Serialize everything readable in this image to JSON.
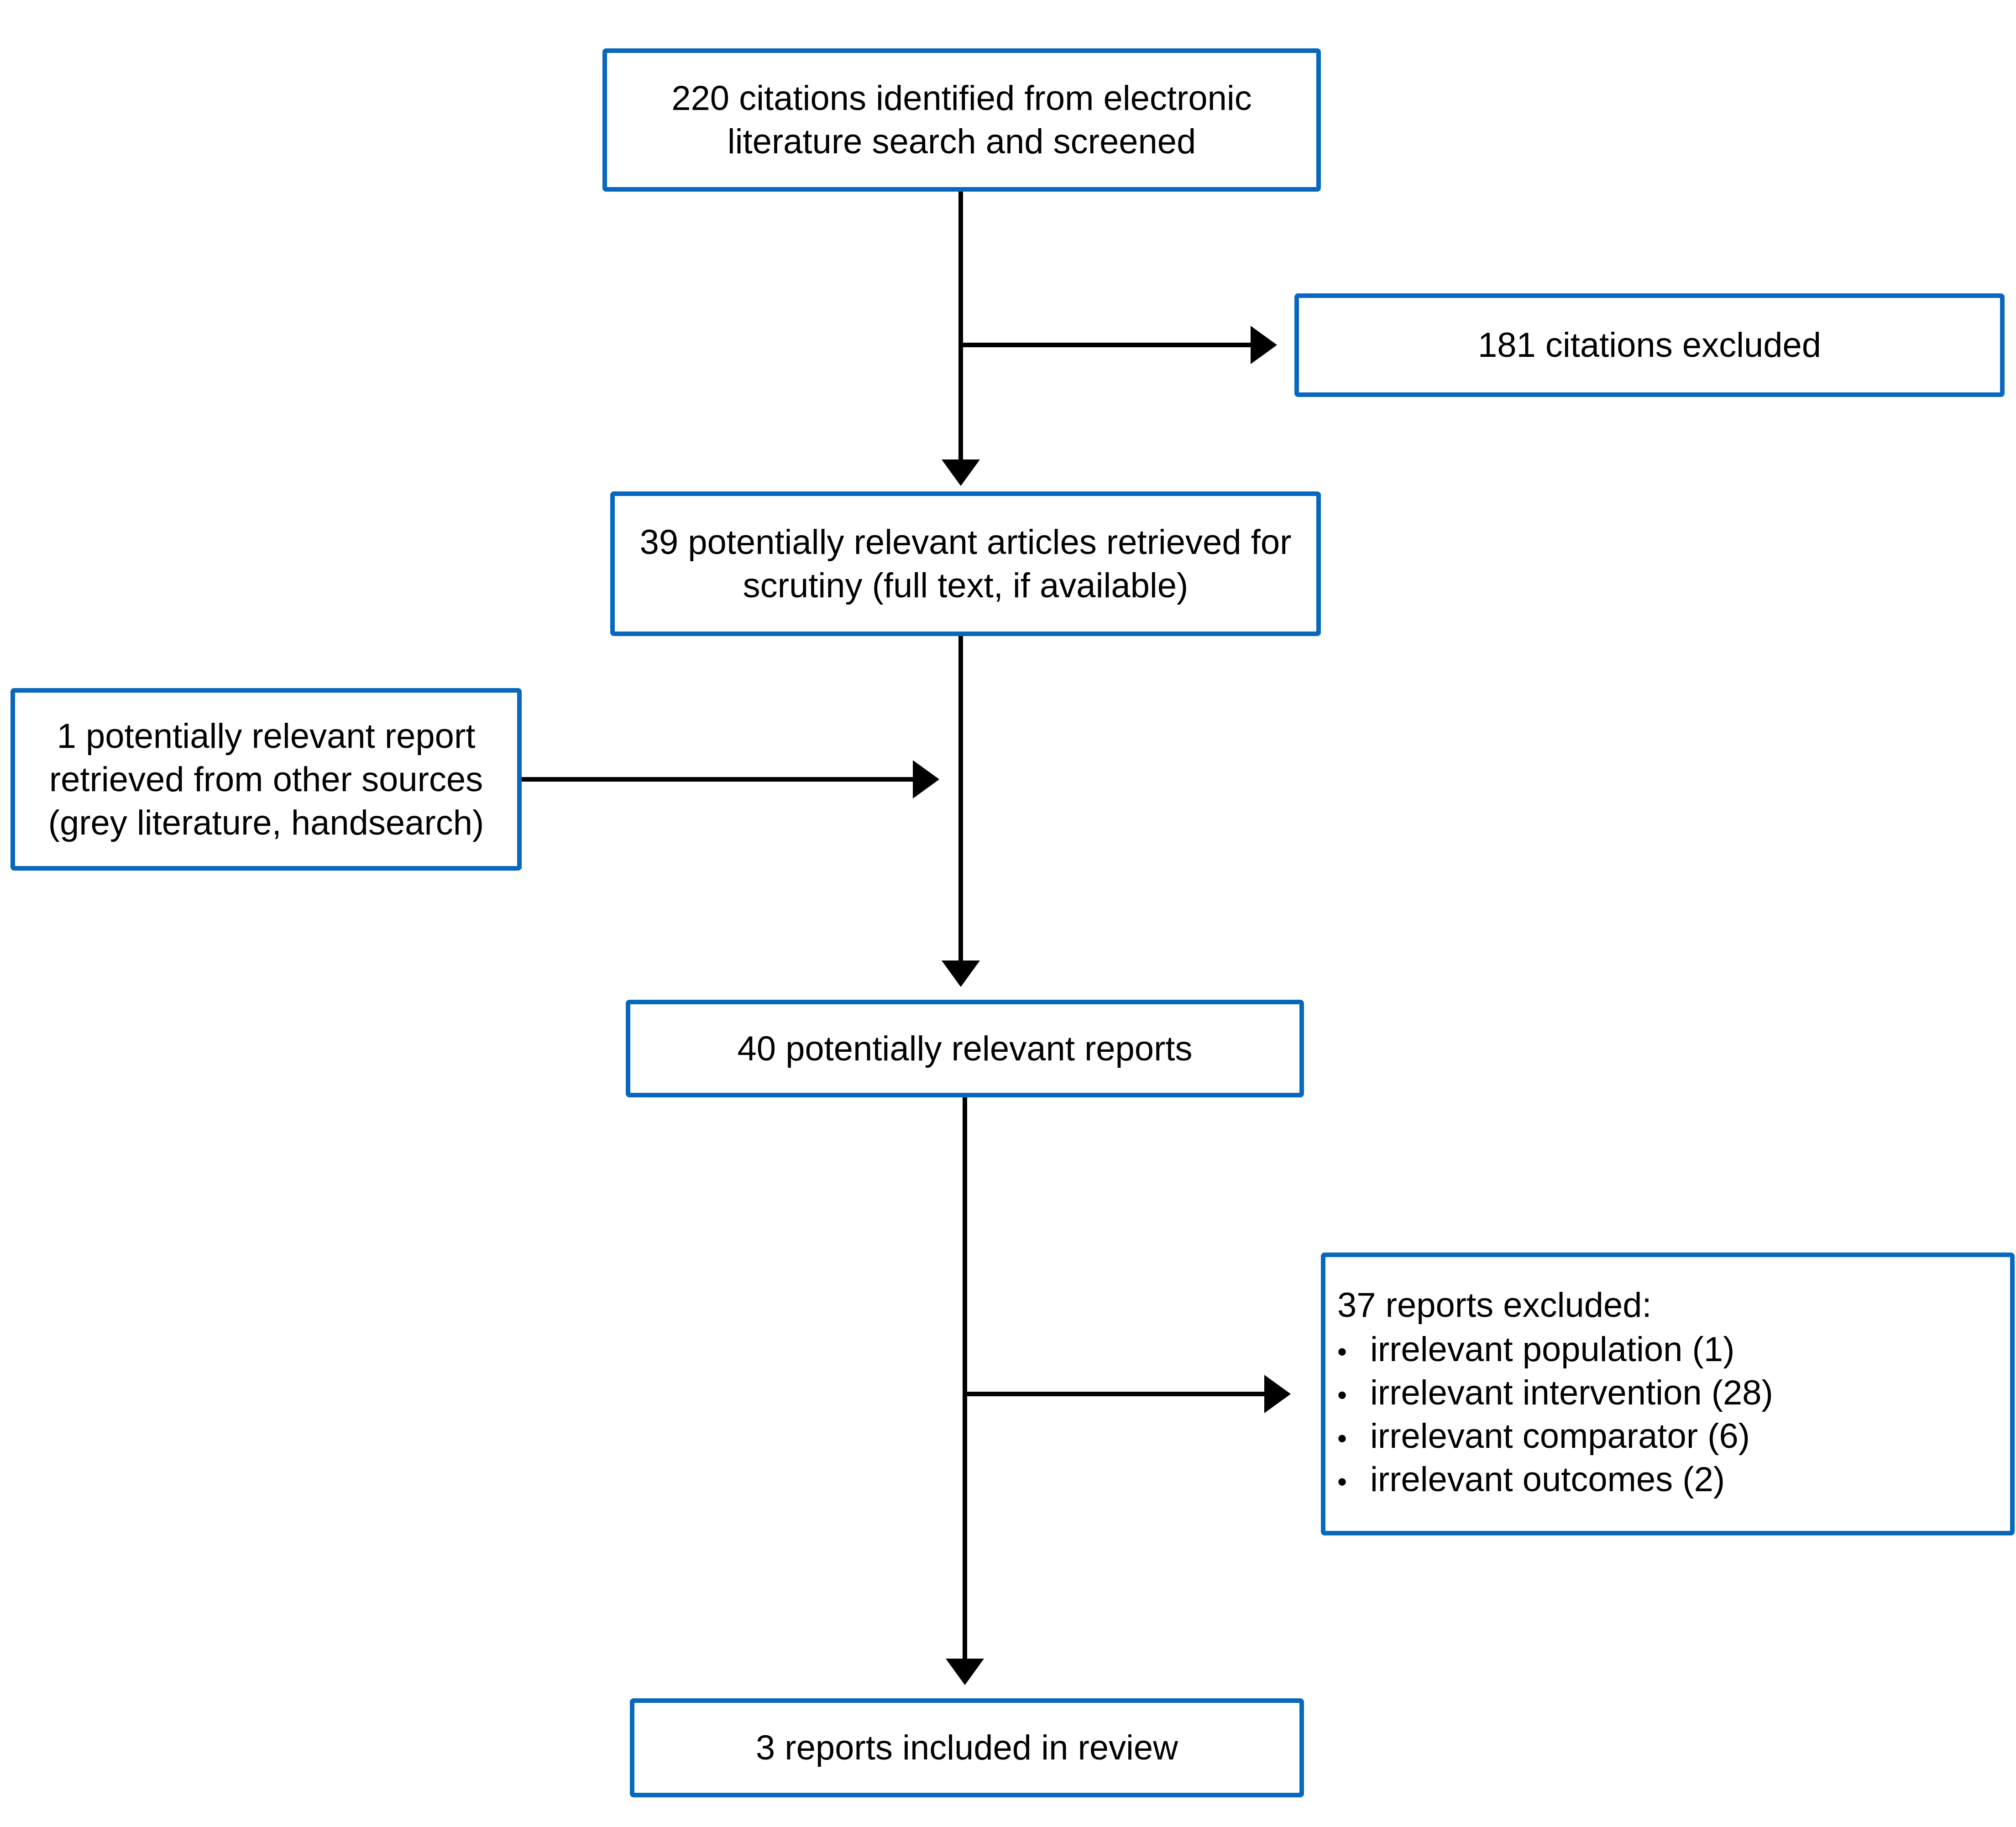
{
  "diagram": {
    "type": "prisma-flowchart",
    "colors": {
      "box_border": "#0768BD",
      "arrow": "#000000",
      "text": "#000000",
      "background": "#FFFFFF"
    },
    "bullet_glyph": "•",
    "boxes": {
      "identified": {
        "text": "220 citations identified from electronic literature search and screened"
      },
      "citations_excluded": {
        "text": "181 citations excluded"
      },
      "retrieved": {
        "text": "39 potentially relevant articles retrieved for scrutiny (full text, if available)"
      },
      "other_sources": {
        "text": "1 potentially relevant report retrieved from other sources (grey literature, handsearch)"
      },
      "combined": {
        "text": "40 potentially relevant reports"
      },
      "reports_excluded": {
        "title": "37 reports excluded:",
        "items": [
          "irrelevant population (1)",
          "irrelevant intervention (28)",
          "irrelevant comparator (6)",
          "irrelevant outcomes (2)"
        ]
      },
      "included": {
        "text": "3 reports included in review"
      }
    }
  }
}
